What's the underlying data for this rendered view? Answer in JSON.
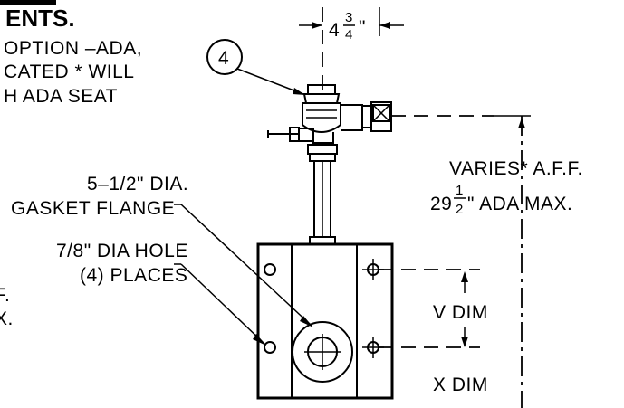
{
  "notes": {
    "heading": "ENTS.",
    "line1": "OPTION –ADA,",
    "line2": "CATED * WILL",
    "line3": "H ADA SEAT",
    "left_frag1": "F.",
    "left_frag2": "X."
  },
  "callout": {
    "number": "4"
  },
  "dims": {
    "top_whole": "4",
    "top_num": "3",
    "top_den": "4",
    "inch": "\"",
    "varies": "VARIES* A.F.F.",
    "ada_whole": "29",
    "ada_num": "1",
    "ada_den": "2",
    "ada_rest": "\" ADA MAX.",
    "v_dim": "V DIM",
    "x_dim": "X DIM"
  },
  "labels": {
    "gasket_1": "5–1/2\" DIA.",
    "gasket_2": "GASKET FLANGE",
    "hole_1": "7/8\" DIA HOLE",
    "hole_2": "(4) PLACES"
  }
}
